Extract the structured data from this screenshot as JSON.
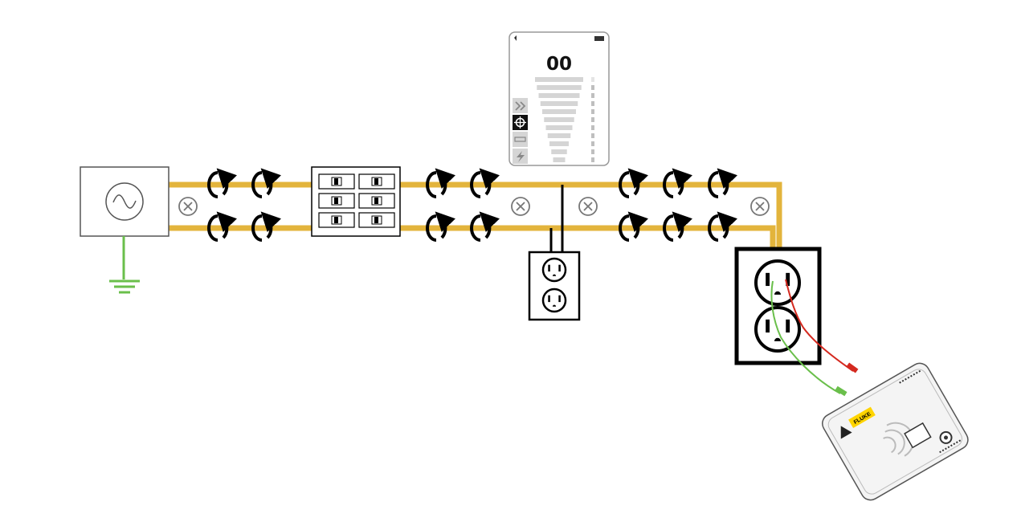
{
  "receiver": {
    "reading": "00",
    "mode_icons": [
      "fast-forward-icon",
      "crosshair-icon",
      "bar-icon",
      "lightning-icon"
    ],
    "active_mode": 1
  },
  "transmitter": {
    "brand": "FLUKE"
  },
  "colors": {
    "wire": "#e3b43c",
    "ground": "#6abf4b",
    "red_lead": "#d4291f",
    "green_lead": "#6abf4b",
    "outline": "#000000",
    "screen_grey": "#d5d5d5",
    "brand_yellow": "#ffd400"
  },
  "wire_markers": [
    "current-into-page-symbol",
    "current-into-page-symbol",
    "current-into-page-symbol",
    "current-into-page-symbol"
  ],
  "field_rings": 14
}
